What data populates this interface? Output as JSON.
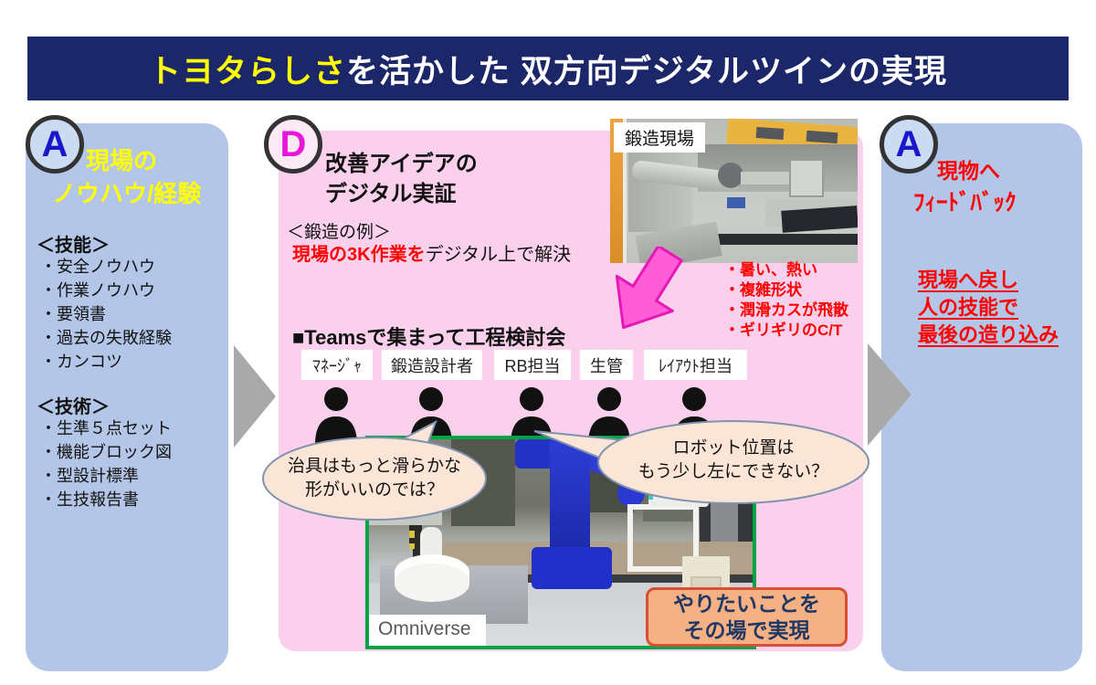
{
  "header": {
    "title_highlight": "トヨタらしさ",
    "title_rest": "を活かした 双方向デジタルツインの実現"
  },
  "left_panel": {
    "badge": "A",
    "title_line1": "現場の",
    "title_line2": "ノウハウ/経験",
    "sections": [
      {
        "heading": "＜技能＞",
        "items": [
          "・安全ノウハウ",
          "・作業ノウハウ",
          "・要領書",
          "・過去の失敗経験",
          "・カンコツ"
        ]
      },
      {
        "heading": "＜技術＞",
        "items": [
          "・生準５点セット",
          "・機能ブロック図",
          "・型設計標準",
          "・生技報告書"
        ]
      }
    ]
  },
  "center_panel": {
    "badge": "D",
    "title_line1": "改善アイデアの",
    "title_line2": "デジタル実証",
    "example_label": "＜鍛造の例＞",
    "solve_red": "現場の3K作業を",
    "solve_black": "デジタル上で解決",
    "photo_label": "鍛造現場",
    "pain_points": [
      "・暑い、熱い",
      "・複雑形状",
      "・潤滑カスが飛散",
      "・ギリギリのC/T"
    ],
    "teams_heading": "■Teamsで集まって工程検討会",
    "roles": [
      "ﾏﾈｰｼﾞｬ",
      "鍛造設計者",
      "RB担当",
      "生管",
      "ﾚｲｱｳﾄ担当"
    ],
    "bubble_left": {
      "line1": "治具はもっと滑らかな",
      "line2": "形がいいのでは？"
    },
    "bubble_right": {
      "line1": "ロボット位置は",
      "line2": "もう少し左にできない？"
    },
    "viewer_label": "Omniverse",
    "result_line1": "やりたいことを",
    "result_line2": "その場で実現"
  },
  "right_panel": {
    "badge": "A",
    "title_line1": "現物へ",
    "title_line2": "ﾌｨｰﾄﾞﾊﾞｯｸ",
    "note_lines": [
      "現場へ戻し",
      "人の技能で",
      "最後の造り込み"
    ]
  },
  "colors": {
    "header_bg": "#1B2768",
    "title_highlight": "#FFFF00",
    "panel_blue": "#B3C6E7",
    "panel_pink": "#FAD0EC",
    "accent_red": "#FF0000",
    "badge_a_letter": "#1A16CC",
    "badge_d_letter": "#E816D8",
    "pink_arrow": "#FF5CD6",
    "green_border": "#00A445",
    "result_box_bg": "#F5B183",
    "result_box_border": "#D94F33",
    "navy_text": "#1F3864",
    "bubble_bg": "#FBE5D6",
    "gray_arrow": "#A9A9A9"
  }
}
